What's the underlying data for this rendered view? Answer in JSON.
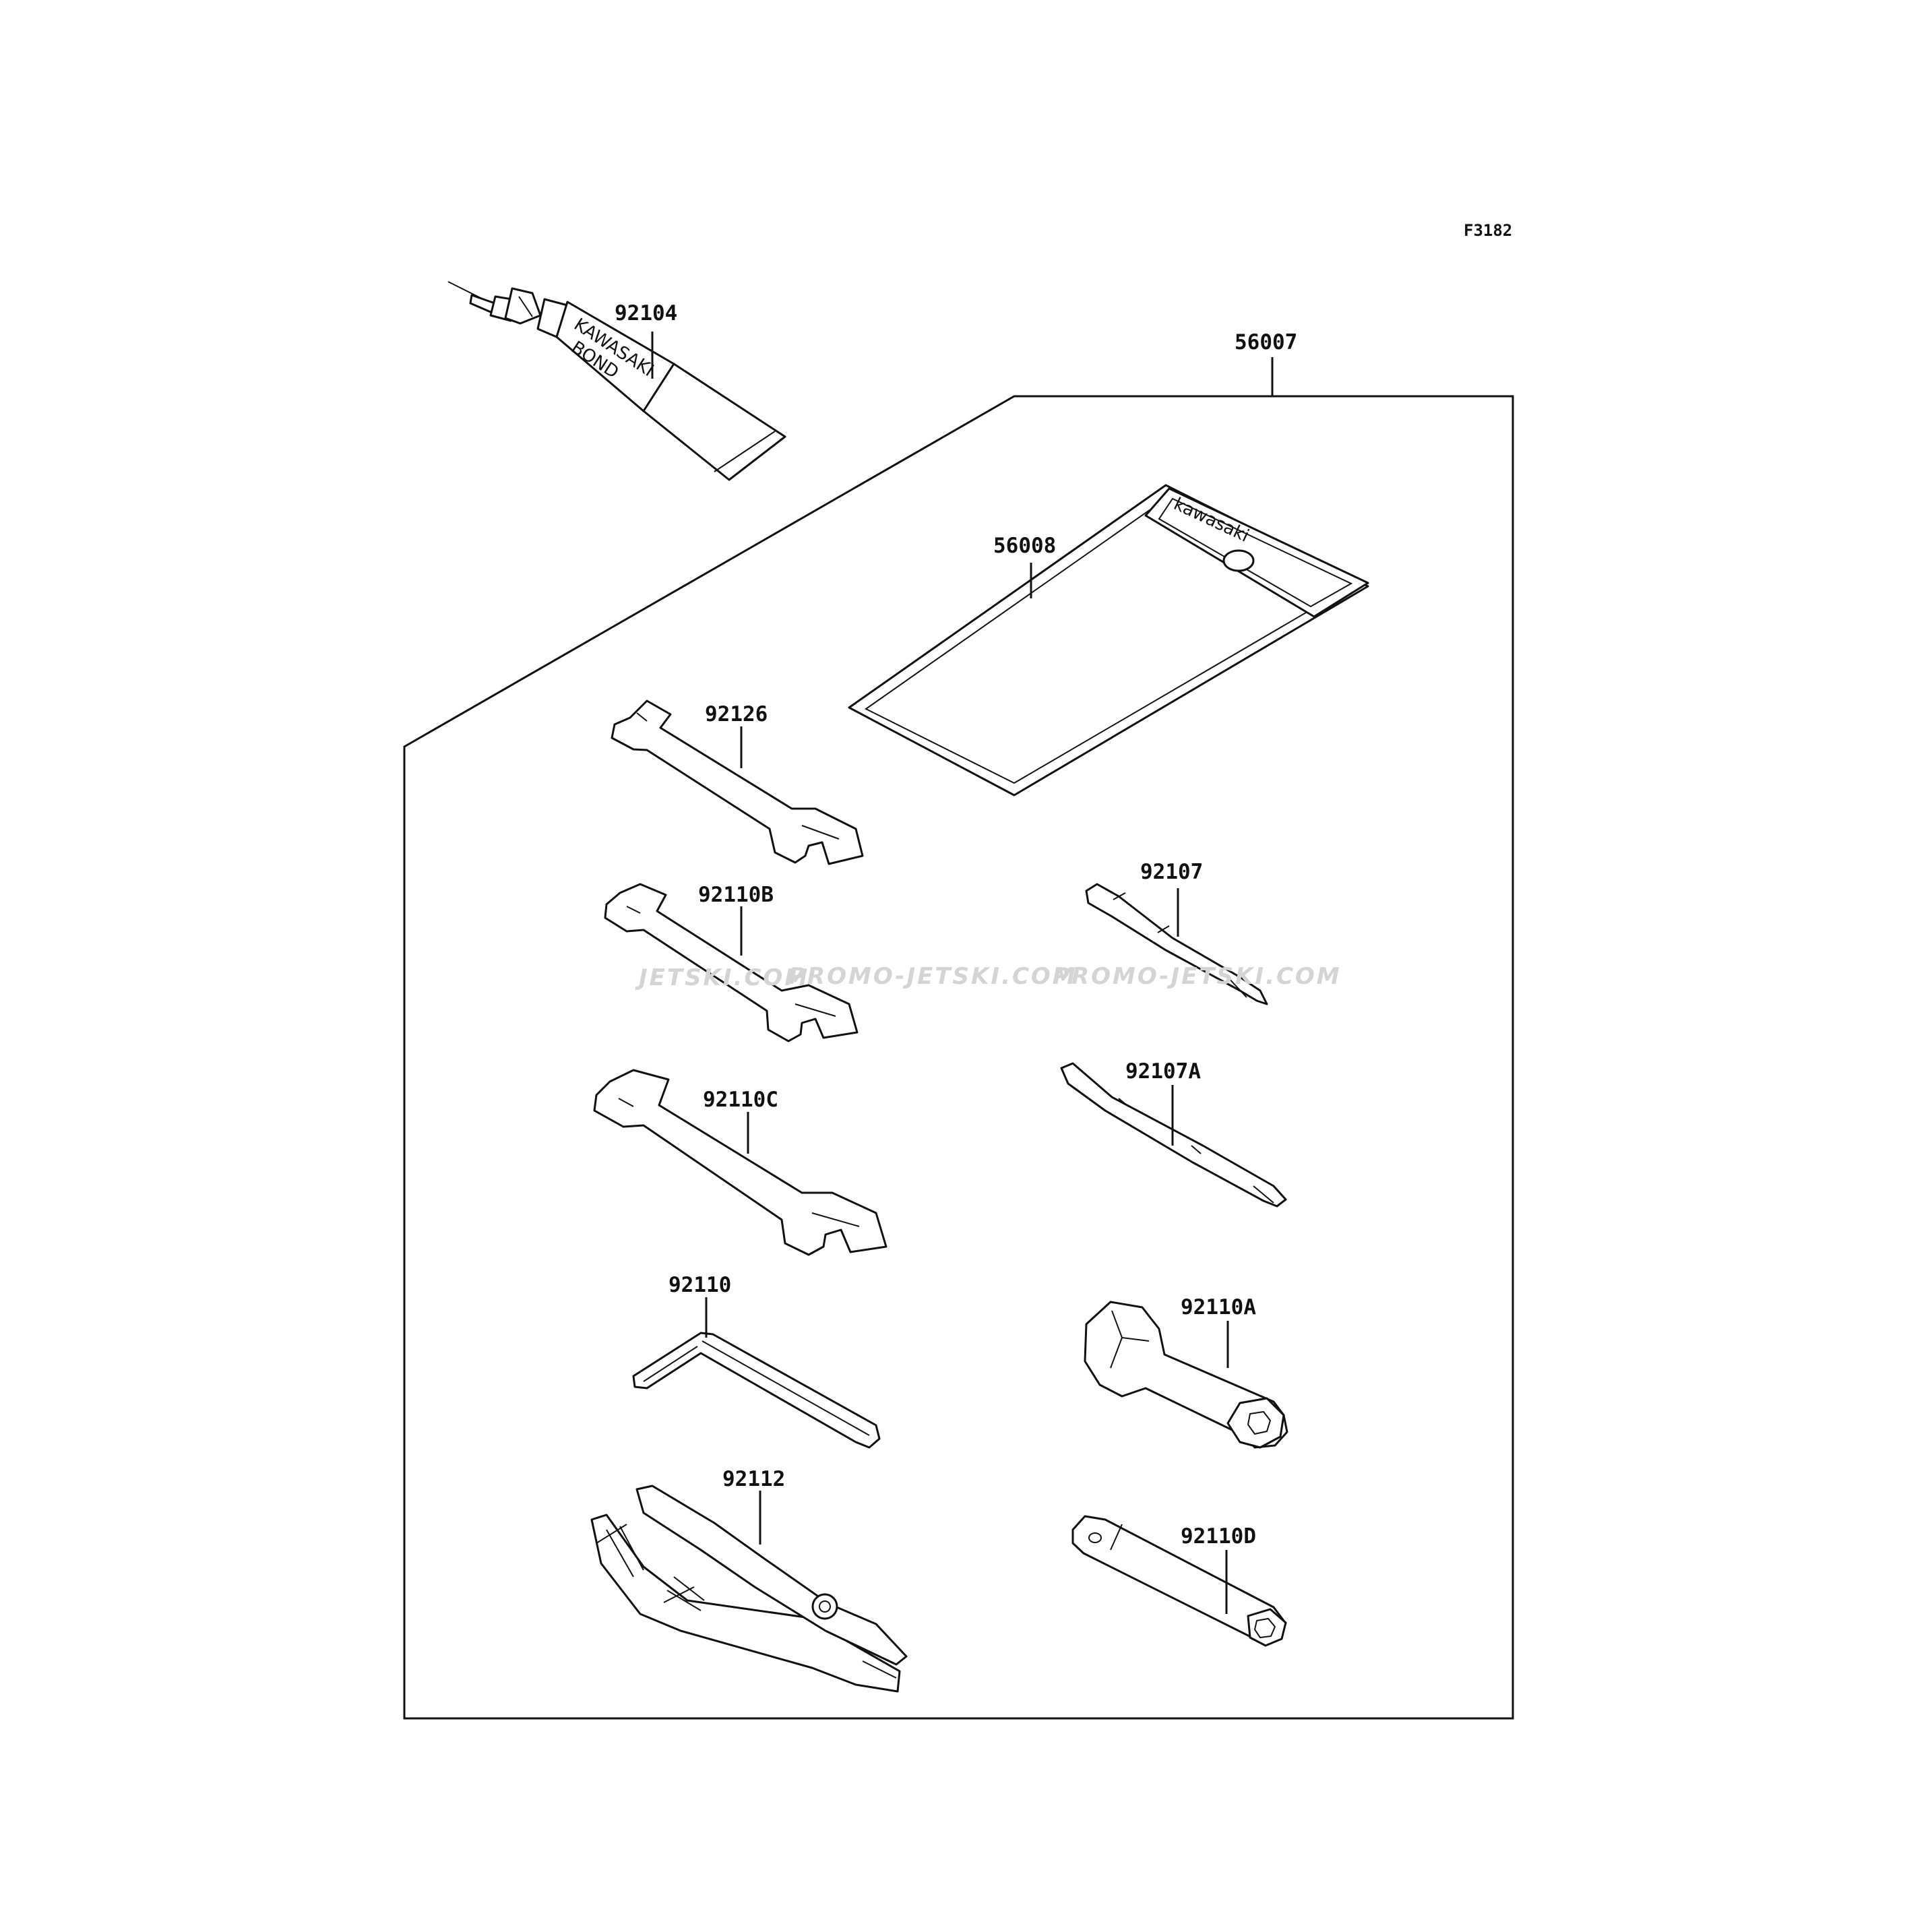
{
  "figure_id": "F3182",
  "parts": [
    {
      "part_no": "92104"
    },
    {
      "part_no": "56007"
    },
    {
      "part_no": "56008"
    },
    {
      "part_no": "92126"
    },
    {
      "part_no": "92110B"
    },
    {
      "part_no": "92110C"
    },
    {
      "part_no": "92110"
    },
    {
      "part_no": "92112"
    },
    {
      "part_no": "92107"
    },
    {
      "part_no": "92107A"
    },
    {
      "part_no": "92110A"
    },
    {
      "part_no": "92110D"
    }
  ],
  "tube_label": {
    "line1": "KAWASAKI",
    "line2": "BOND"
  },
  "pouch_label": "kawasaki",
  "watermark": {
    "segments": [
      "JETSKI.COM",
      "PROMO-JETSKI.COM",
      "PROMO-JETSKI.COM"
    ]
  },
  "colors": {
    "line": "#111111",
    "background": "#ffffff",
    "watermark": "#d4d4d4"
  }
}
